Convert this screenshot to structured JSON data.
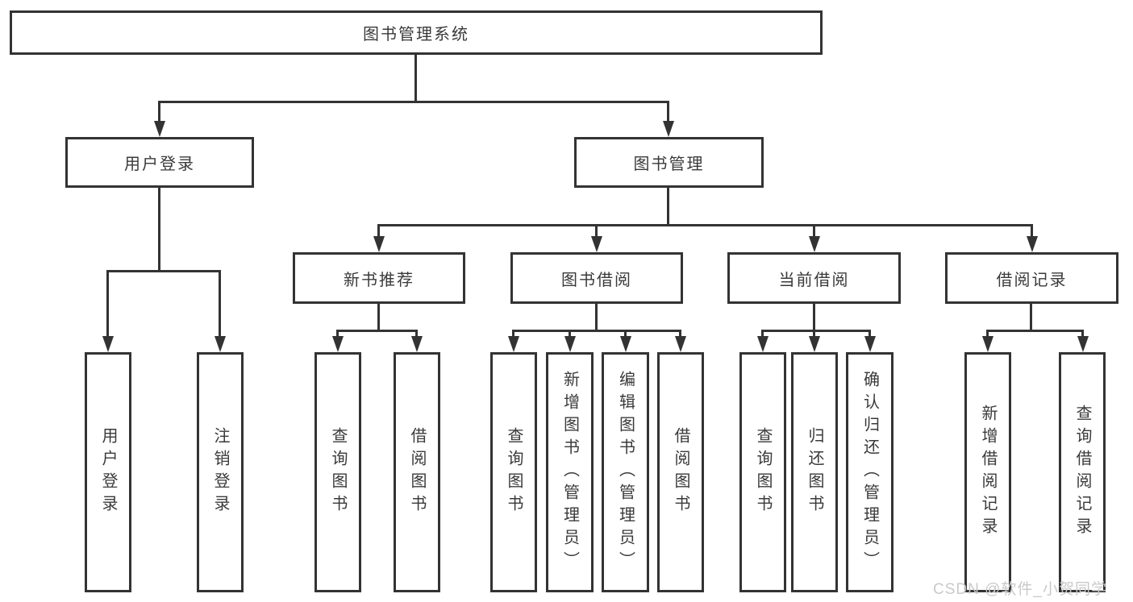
{
  "diagram": {
    "root": {
      "label": "图书管理系统"
    },
    "level2": [
      {
        "label": "用户登录"
      },
      {
        "label": "图书管理"
      }
    ],
    "level3": [
      {
        "label": "新书推荐"
      },
      {
        "label": "图书借阅"
      },
      {
        "label": "当前借阅"
      },
      {
        "label": "借阅记录"
      }
    ],
    "leaves": [
      {
        "label": "用户登录"
      },
      {
        "label": "注销登录"
      },
      {
        "label": "查询图书"
      },
      {
        "label": "借阅图书"
      },
      {
        "label": "查询图书"
      },
      {
        "label": "新增图书（管理员）"
      },
      {
        "label": "编辑图书（管理员）"
      },
      {
        "label": "借阅图书"
      },
      {
        "label": "查询图书"
      },
      {
        "label": "归还图书"
      },
      {
        "label": "确认归还（管理员）"
      },
      {
        "label": "新增借阅记录"
      },
      {
        "label": "查询借阅记录"
      }
    ],
    "watermark": "CSDN @软件_小贺同学",
    "colors": {
      "line": "#333333",
      "text": "#3a3a3a",
      "watermark": "#c9c9c9",
      "background": "#ffffff"
    }
  }
}
